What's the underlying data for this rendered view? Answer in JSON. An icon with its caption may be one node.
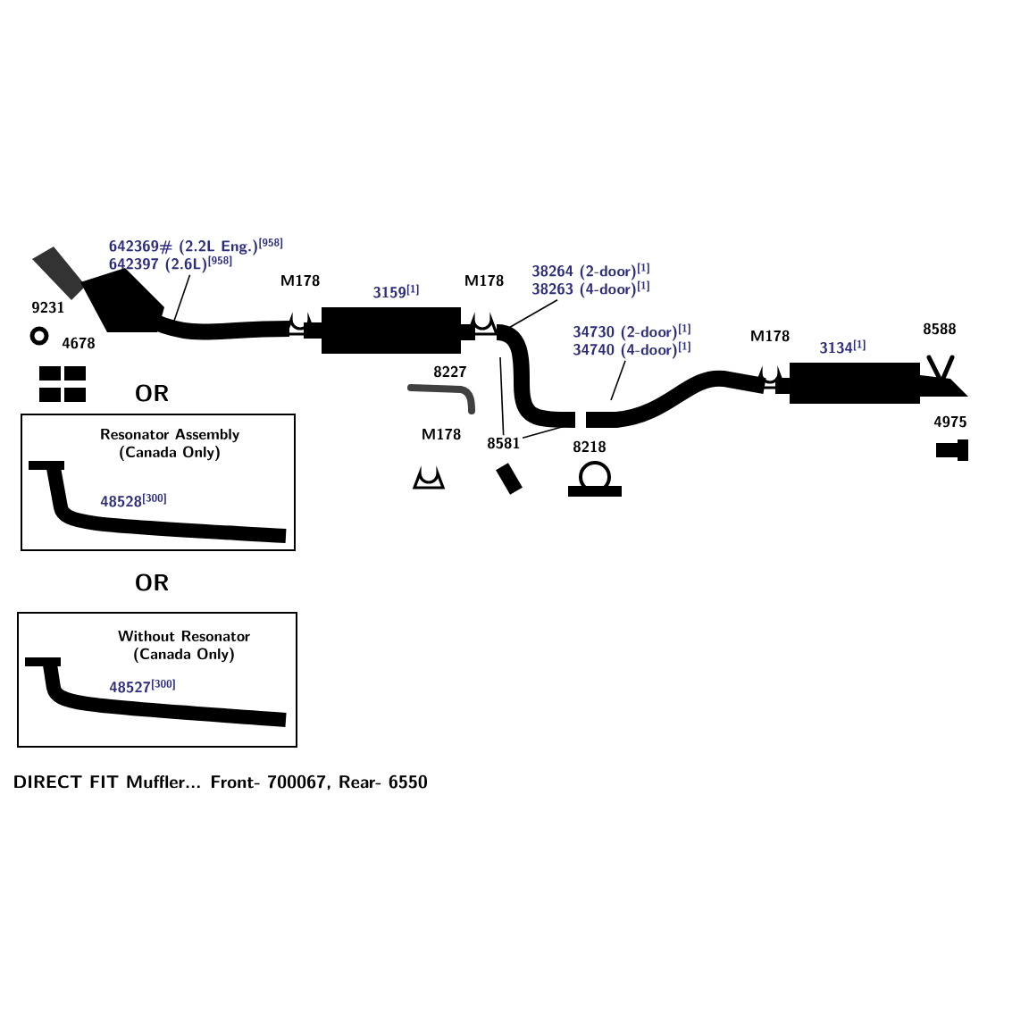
{
  "diagram": {
    "caption": "DIRECT FIT Muffler... Front- 700067, Rear- 6550",
    "nodes": [
      {
        "text": [
          "642369# (2.2L Eng.)$^{[958]}$",
          "642397 (2.6L)$^{[958]}$"
        ]
      },
      {
        "text": [
          "38264 (2-door)$^{[1]}$",
          "38263 (4-door)$^{[1]}$"
        ]
      },
      {
        "text": [
          "34730 (2-door)$^{[1]}$",
          "34740 (4-door)$^{[1]}$"
        ]
      },
      {
        "text": [
          "8581"
        ]
      },
      {
        "text": [
          "Resonator Assembly (Canada Only)",
          "48528$^{[300]}$"
        ]
      },
      {
        "text": [
          "Without Resonator (Canada Only)",
          "48527$^{[300]}$"
        ]
      }
    ],
    "edges": [
      {
        "from": 0,
        "to": null,
        "arrow": "none"
      },
      {
        "from": 1,
        "to": null,
        "arrow": "none"
      },
      {
        "from": 2,
        "to": null,
        "arrow": "none"
      },
      {
        "from": 3,
        "to": null,
        "arrow": "none"
      },
      {
        "from": 3,
        "to": null,
        "arrow": "none"
      }
    ],
    "labels": [
      "M178",
      "3159$^{[1]}$",
      "M178",
      "9231",
      "M178",
      "3134$^{[1]}$",
      "8588",
      "4678",
      "8227",
      "OR",
      "4975",
      "M178",
      "8218",
      "OR"
    ]
  }
}
